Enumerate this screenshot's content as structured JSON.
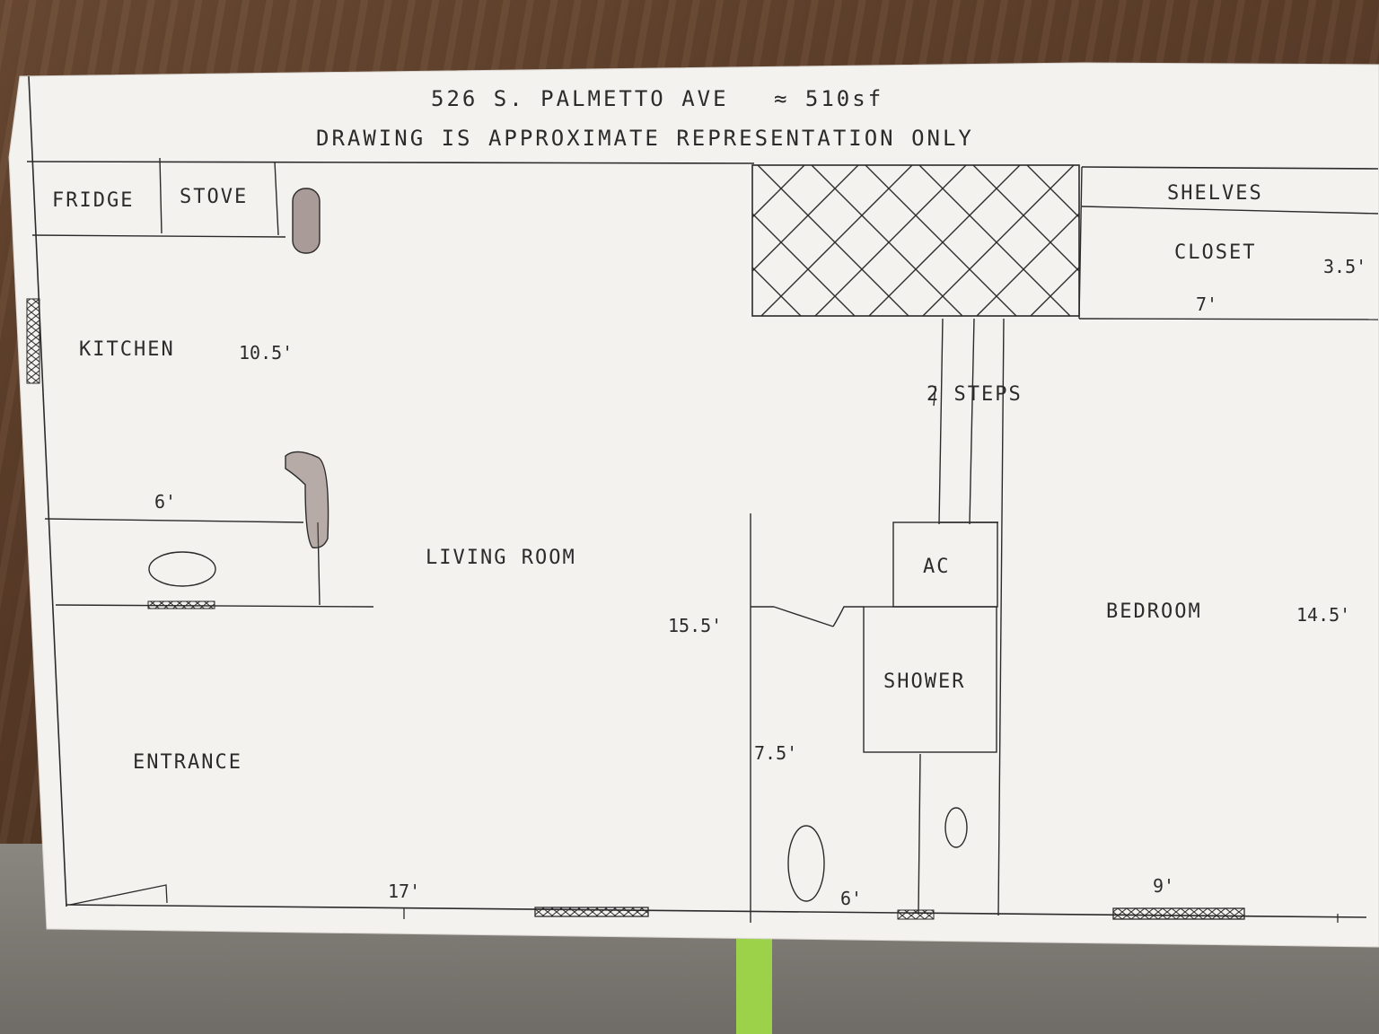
{
  "header": {
    "address": "526 S. PALMETTO AVE",
    "area": "≈ 510sf",
    "disclaimer": "DRAWING IS APPROXIMATE REPRESENTATION ONLY"
  },
  "rooms": {
    "fridge": "FRIDGE",
    "stove": "STOVE",
    "kitchen": "KITCHEN",
    "living_room": "LIVING ROOM",
    "entrance": "ENTRANCE",
    "shelves": "SHELVES",
    "closet": "CLOSET",
    "steps": "2 STEPS",
    "ac": "AC",
    "shower": "SHOWER",
    "bedroom": "BEDROOM"
  },
  "dimensions": {
    "kitchen_depth": "10.5'",
    "counter_width": "6'",
    "living_depth": "15.5'",
    "bath_depth": "7.5'",
    "bath_width": "6'",
    "front_width": "17'",
    "closet_width": "7'",
    "closet_depth": "3.5'",
    "bedroom_depth": "14.5'",
    "bedroom_width": "9'"
  },
  "colors": {
    "ink": "#2b2b2b",
    "paper": "#f4f2ef"
  }
}
